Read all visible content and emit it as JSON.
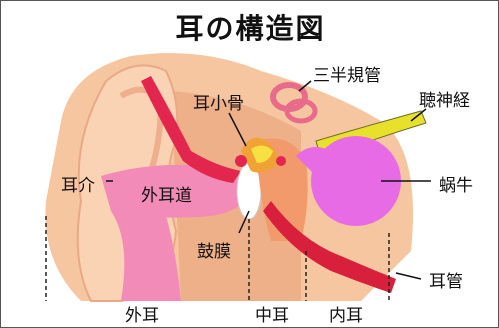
{
  "title": "耳の構造図",
  "labels": {
    "auricle": "耳介",
    "external_canal": "外耳道",
    "ossicles": "耳小骨",
    "semicircular_canals": "三半規管",
    "auditory_nerve": "聴神経",
    "cochlea": "蜗牛",
    "eardrum": "鼓膜",
    "eustachian_tube": "耳管"
  },
  "sections": {
    "outer": "外耳",
    "middle": "中耳",
    "inner": "内耳"
  },
  "colors": {
    "skin": "#f6c6a0",
    "skin_shadow": "#eaa27a",
    "canal_pink": "#f38bb8",
    "canal_red": "#e2264d",
    "cochlea": "#e86be6",
    "nerve": "#e8e12c",
    "bone": "#f0a234",
    "tube": "#d8203c"
  }
}
